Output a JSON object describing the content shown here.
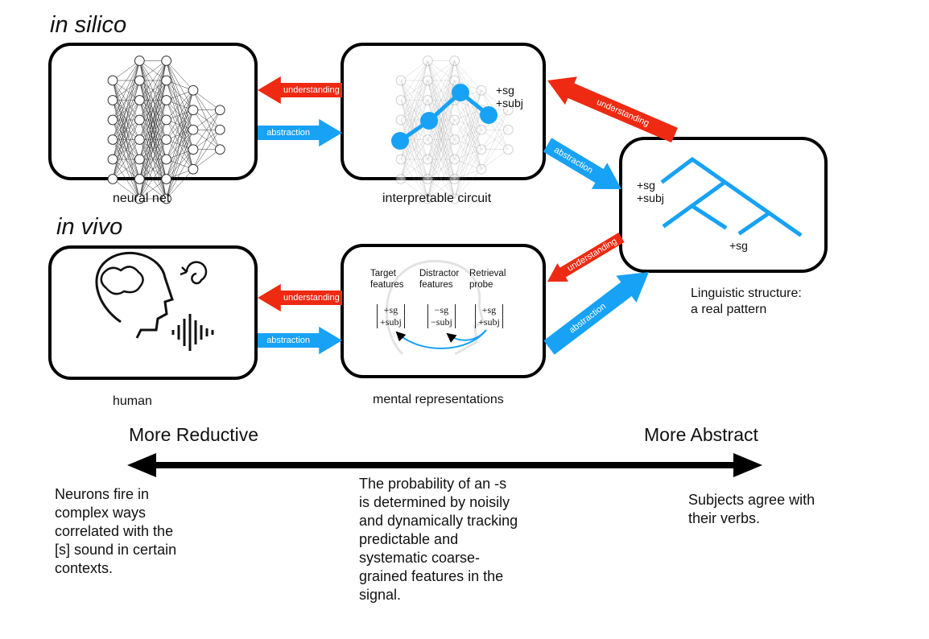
{
  "headings": {
    "silico": "in silico",
    "vivo": "in vivo"
  },
  "boxes": {
    "neural_net": "neural net",
    "circuit": "interpretable circuit",
    "circuit_features": "+sg\n+subj",
    "human": "human",
    "mental": "mental representations",
    "structure": "Linguistic structure:\na real pattern",
    "structure_features_top": "+sg\n+subj",
    "structure_features_bottom": "+sg"
  },
  "mental_columns": [
    {
      "header": "Target\nfeatures",
      "matrix": [
        "+sg",
        "+subj"
      ]
    },
    {
      "header": "Distractor\nfeatures",
      "matrix": [
        "−sg",
        "−subj"
      ]
    },
    {
      "header": "Retrieval\nprobe",
      "matrix": [
        "+sg",
        "+subj"
      ]
    }
  ],
  "arrows": {
    "understanding": "understanding",
    "abstraction": "abstraction"
  },
  "colors": {
    "understanding": "#ee2a12",
    "abstraction": "#17a2f5"
  },
  "scale": {
    "left": "More Reductive",
    "right": "More Abstract"
  },
  "descriptions": {
    "left": "Neurons fire in\ncomplex ways\ncorrelated with the\n[s] sound in certain\ncontexts.",
    "middle": "The probability of an -s\nis determined by noisily\nand dynamically tracking\npredictable and\nsystematic coarse-\ngrained features in the\nsignal.",
    "right": "Subjects agree with\ntheir verbs."
  }
}
